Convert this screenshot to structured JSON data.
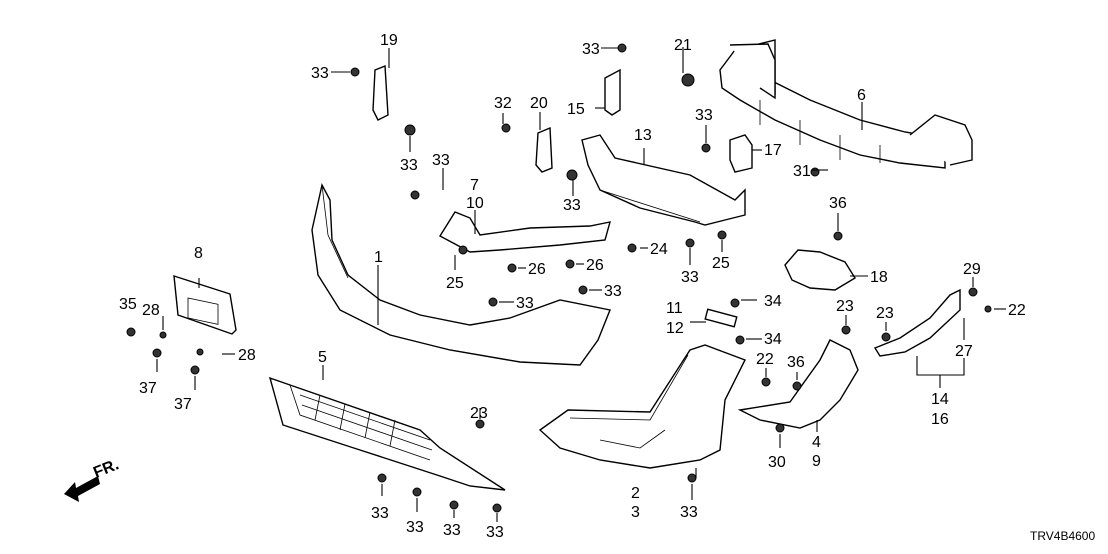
{
  "diagram": {
    "diagram_code": "TRV4B4600",
    "direction_label": "FR.",
    "part_labels": {
      "p1": "1",
      "p2": "2",
      "p3": "3",
      "p4": "4",
      "p9": "9",
      "p5": "5",
      "p6": "6",
      "p7": "7",
      "p10": "10",
      "p8": "8",
      "p11": "11",
      "p12": "12",
      "p13": "13",
      "p14": "14",
      "p16": "16",
      "p15": "15",
      "p17": "17",
      "p18": "18",
      "p19": "19",
      "p20": "20",
      "p21": "21",
      "p22a": "22",
      "p22b": "22",
      "p23a": "23",
      "p23b": "23",
      "p23c": "23",
      "p24": "24",
      "p25a": "25",
      "p25b": "25",
      "p26a": "26",
      "p26b": "26",
      "p27": "27",
      "p28a": "28",
      "p28b": "28",
      "p29": "29",
      "p30": "30",
      "p31": "31",
      "p32": "32",
      "p33": [
        "33",
        "33",
        "33",
        "33",
        "33",
        "33",
        "33",
        "33",
        "33",
        "33",
        "33",
        "33",
        "33",
        "33"
      ],
      "p34a": "34",
      "p34b": "34",
      "p35": "35",
      "p36a": "36",
      "p36b": "36",
      "p37a": "37",
      "p37b": "37"
    }
  }
}
